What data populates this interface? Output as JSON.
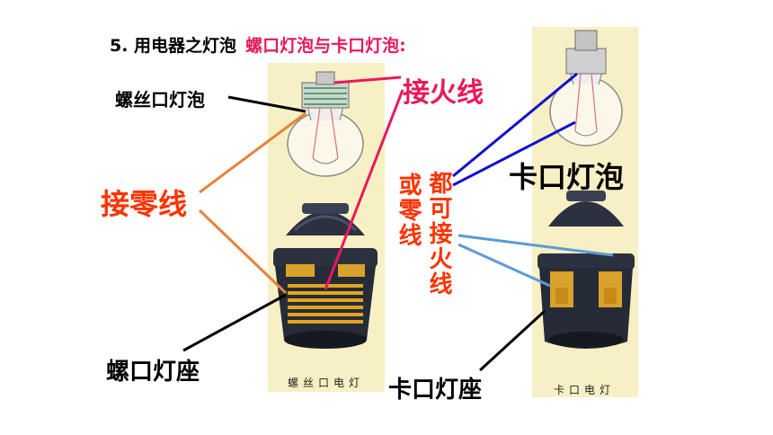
{
  "title": {
    "main": "5. 用电器之灯泡",
    "sub": "螺口灯泡与卡口灯泡:"
  },
  "labels": {
    "screw_bulb": "螺丝口灯泡",
    "live_wire": "接火线",
    "neutral_wire": "接零线",
    "bayonet_bulb": "卡口灯泡",
    "either_live": "都可接火线",
    "or_neutral": "或零线",
    "screw_socket": "螺口灯座",
    "bayonet_socket": "卡口灯座"
  },
  "captions": {
    "left": "螺丝口电灯",
    "right": "卡口电灯"
  },
  "colors": {
    "panel_bg": "#f6f0c4",
    "title_accent": "#e8195a",
    "label_red": "#ff3300",
    "line_orange": "#e8823a",
    "line_pink": "#e8195a",
    "line_blue": "#1010d0",
    "line_lightblue": "#5b9bd5",
    "socket_dark": "#2c3140",
    "brass": "#d9a22a"
  }
}
